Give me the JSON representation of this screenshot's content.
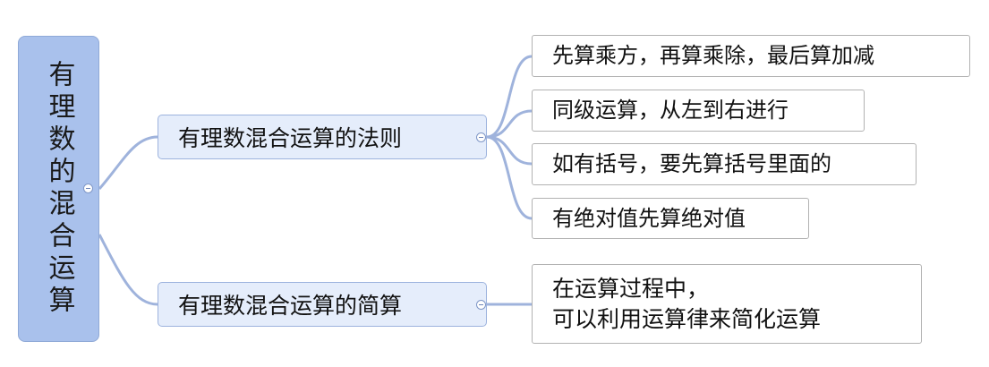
{
  "root": {
    "label": "有理数的混合运算"
  },
  "branches": [
    {
      "label": "有理数混合运算的法则",
      "children": [
        "先算乘方，再算乘除，最后算加减",
        "同级运算，从左到右进行",
        "如有括号，要先算括号里面的",
        "有绝对值先算绝对值"
      ]
    },
    {
      "label": "有理数混合运算的简算",
      "children": [
        {
          "line1": "在运算过程中，",
          "line2": "可以利用运算律来简化运算"
        }
      ]
    }
  ],
  "colors": {
    "root_fill": "#a9c1ec",
    "branch_fill": "#e5edfb",
    "connector": "#9fb3dc"
  }
}
